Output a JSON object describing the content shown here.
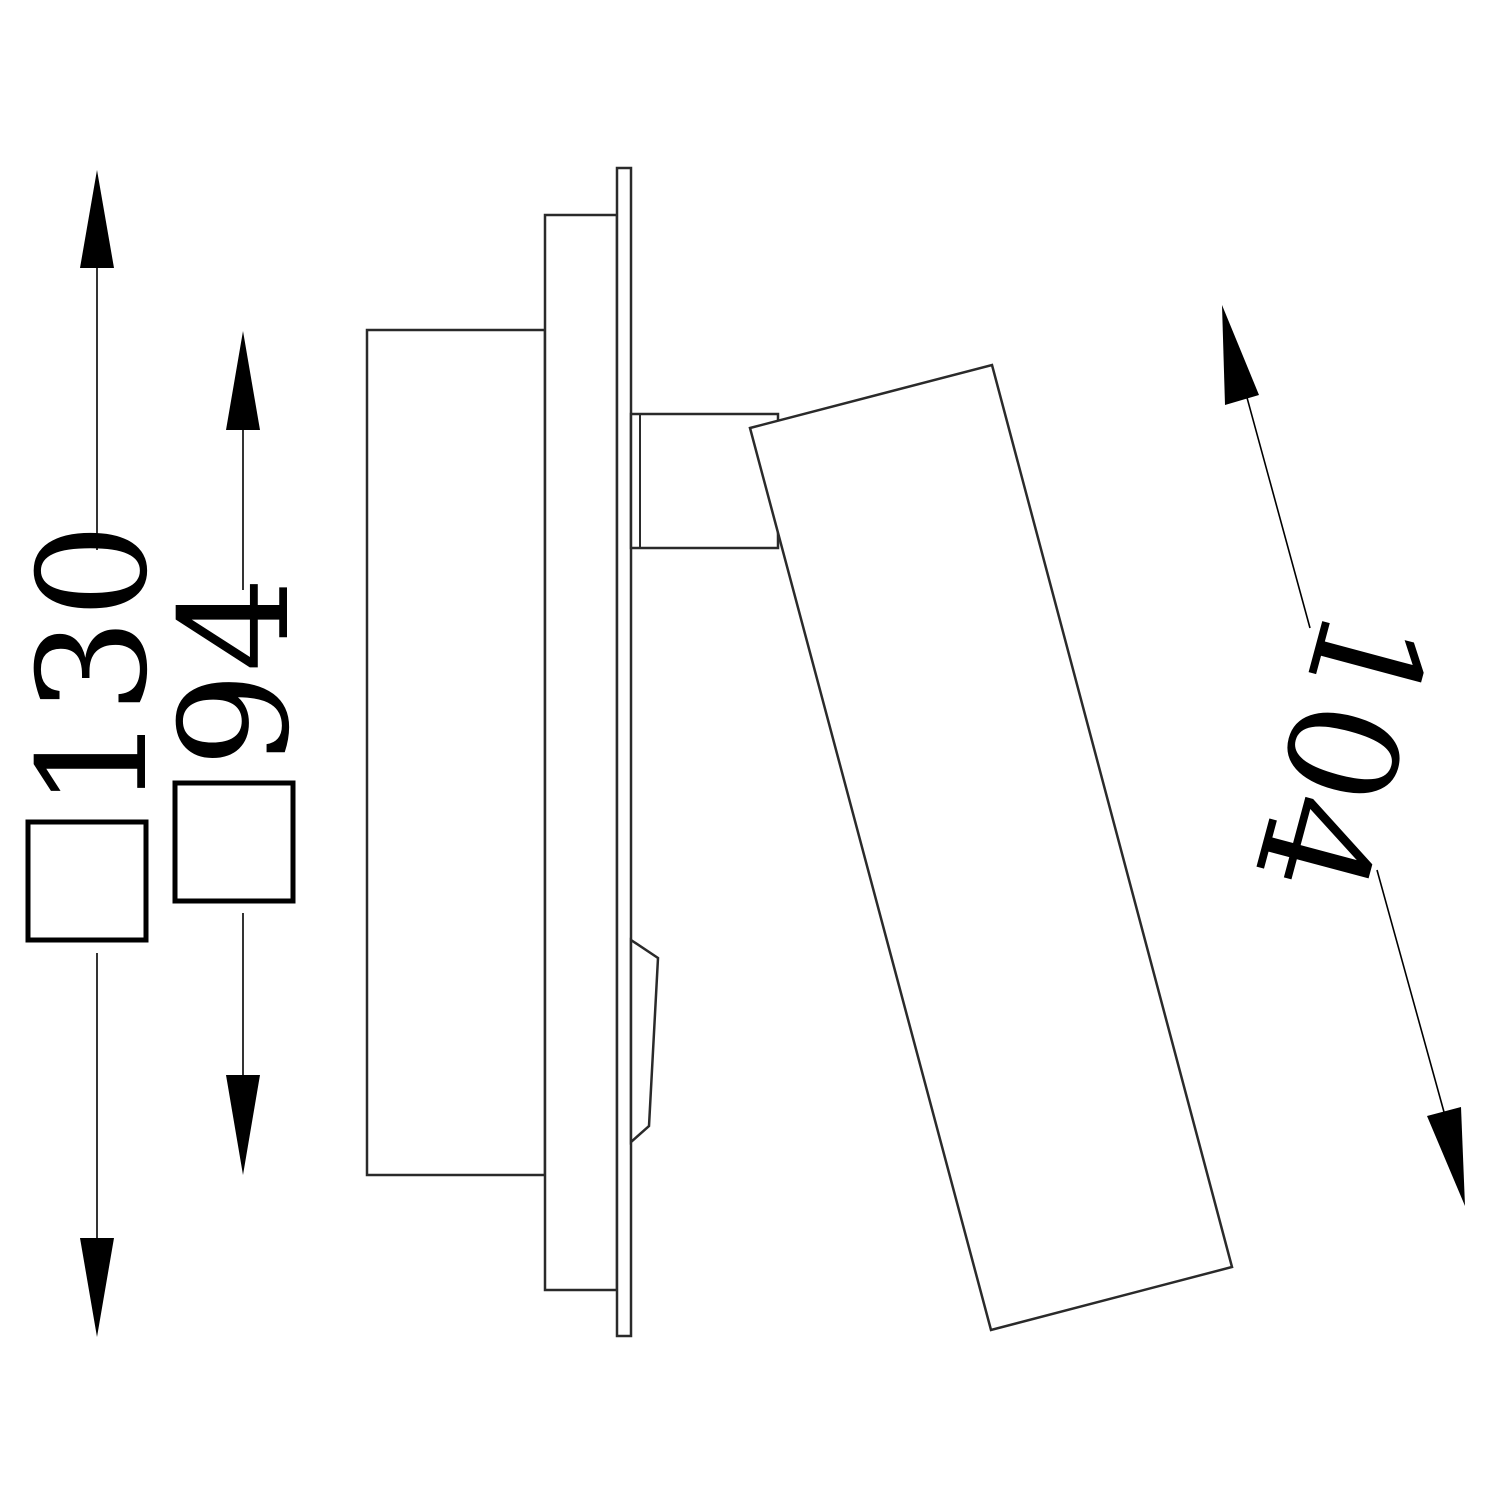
{
  "drawing": {
    "dimensions": {
      "overall_height": {
        "label": "130",
        "square_symbol": true
      },
      "inner_height": {
        "label": "94",
        "square_symbol": true
      },
      "head_length": {
        "label": "104",
        "square_symbol": false
      }
    },
    "colors": {
      "line": "#000000",
      "outline": "#2a2a2a",
      "background": "#ffffff"
    }
  }
}
